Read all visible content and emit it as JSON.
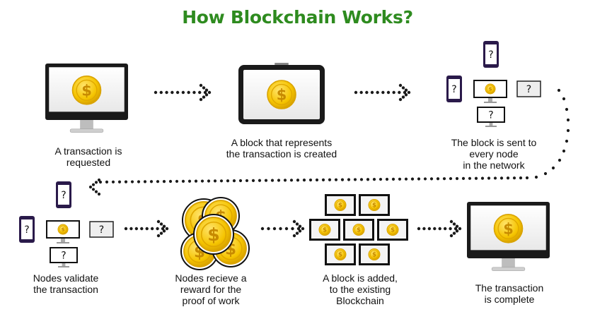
{
  "title": "How Blockchain Works?",
  "steps": [
    {
      "label": "A transaction is\nrequested",
      "icon": "monitor-coin-icon"
    },
    {
      "label": "A block that represents\nthe transaction is created",
      "icon": "tablet-coin-icon"
    },
    {
      "label": "The block is sent to\nevery node\nin the network",
      "icon": "network-nodes-icon"
    },
    {
      "label": "Nodes validate\nthe transaction",
      "icon": "network-nodes-icon"
    },
    {
      "label": "Nodes recieve a\nreward for the\nproof of work",
      "icon": "coin-stack-icon"
    },
    {
      "label": "A block is added,\nto the existing\nBlockchain",
      "icon": "block-grid-icon"
    },
    {
      "label": "The transaction\nis complete",
      "icon": "monitor-coin-icon"
    }
  ],
  "node_symbol": "?",
  "coin_symbol": "$",
  "colors": {
    "title": "#2e8b1f",
    "coin": "#f5c400",
    "coin_dark": "#d9a300",
    "device": "#1a1a1a",
    "phone": "#2a1a4a",
    "arrow": "#1a1a1a"
  }
}
